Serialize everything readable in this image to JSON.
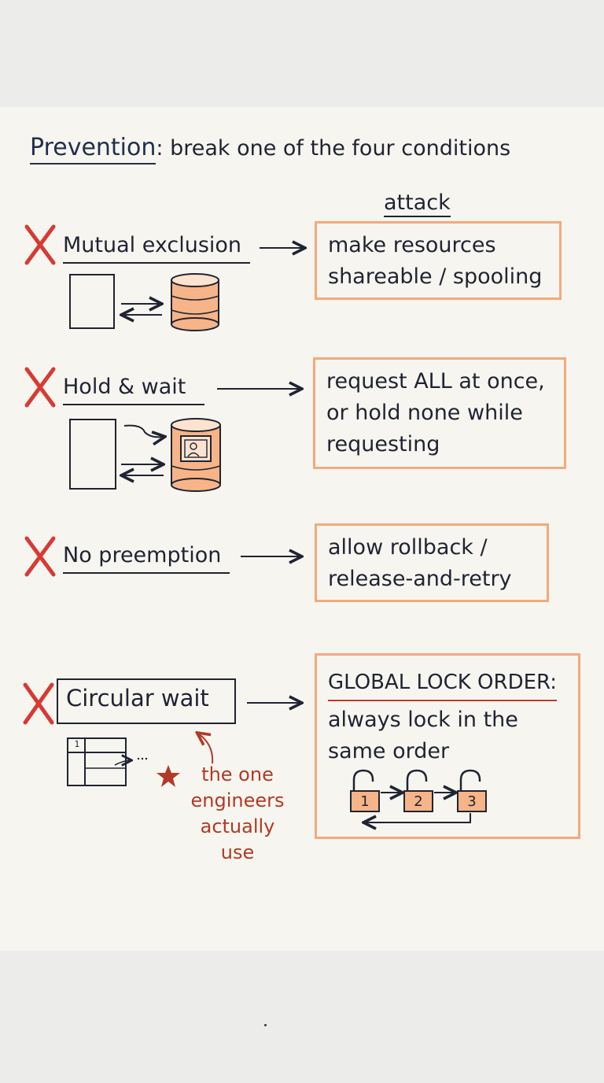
{
  "title": {
    "key": "Prevention",
    "rest": ": break one of the four conditions"
  },
  "attack_label": "attack",
  "conditions": [
    {
      "label": "Mutual exclusion",
      "remedy": [
        "make resources",
        "shareable / spooling"
      ]
    },
    {
      "label": "Hold & wait",
      "remedy": [
        "request ALL at once,",
        "or hold none while",
        "requesting"
      ]
    },
    {
      "label": "No preemption",
      "remedy": [
        "allow rollback /",
        "release-and-retry"
      ]
    },
    {
      "label": "Circular wait",
      "remedy_heading": "GLOBAL LOCK ORDER:",
      "remedy": [
        "always lock in the",
        "same order"
      ]
    }
  ],
  "locks": [
    "1",
    "2",
    "3"
  ],
  "table_cell_number": "1",
  "note_lines": [
    "the one",
    "engineers",
    "actually",
    "use"
  ],
  "colors": {
    "cross": "#d63a34",
    "accent_orange": "#f2aa7c",
    "ink": "#1f2433",
    "note": "#b03a26"
  }
}
